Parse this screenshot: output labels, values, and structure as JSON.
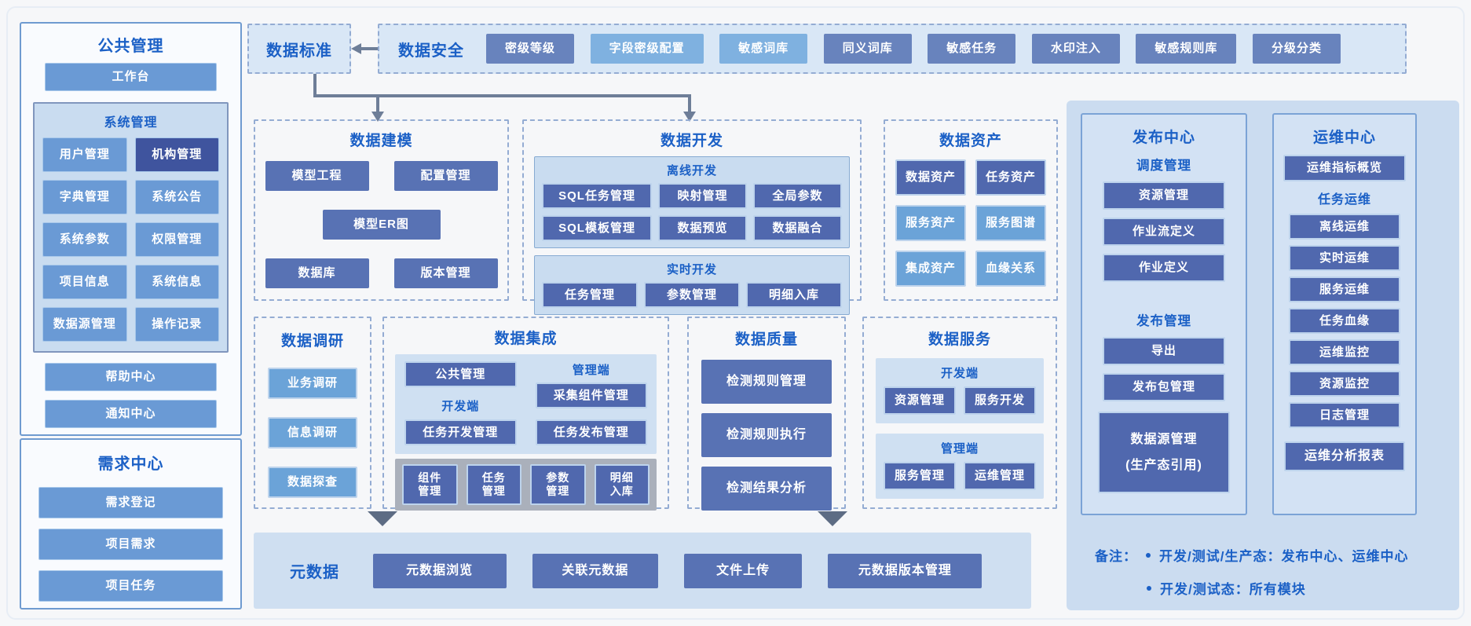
{
  "colors": {
    "accent": "#1b60c6",
    "page-bg": "#f6f7f9",
    "btn-medium": "#6a9ad5",
    "btn-navy": "#3f549e",
    "btn-slate": "#5872b4",
    "btn-slate-deep": "#5068ae",
    "btn-sky": "#6ba3d8",
    "btn-sec-slate": "#6883bd",
    "btn-sec-sky": "#7fb1e0",
    "panel-blue": "#cbdcf0",
    "inner-panel-blue": "#d3e2f4",
    "box-blue": "#d9e7f6",
    "subbox-blue": "#c9dcf0",
    "softbox-blue": "#cfe0f2",
    "band-blue": "#cfdff1",
    "gray-band": "#aab0bb",
    "connector": "#6e7e98"
  },
  "left": {
    "public": {
      "title": "公共管理",
      "workbench": "工作台",
      "system": {
        "title": "系统管理",
        "items": [
          "用户管理",
          "机构管理",
          "字典管理",
          "系统公告",
          "系统参数",
          "权限管理",
          "项目信息",
          "系统信息",
          "数据源管理",
          "操作记录"
        ]
      },
      "help": "帮助中心",
      "notice": "通知中心"
    },
    "demand": {
      "title": "需求中心",
      "items": [
        "需求登记",
        "项目需求",
        "项目任务"
      ]
    }
  },
  "top": {
    "standard_title": "数据标准",
    "security": {
      "title": "数据安全",
      "items": [
        "密级等级",
        "字段密级配置",
        "敏感词库",
        "同义词库",
        "敏感任务",
        "水印注入",
        "敏感规则库",
        "分级分类"
      ]
    }
  },
  "modeling": {
    "title": "数据建模",
    "items": [
      "模型工程",
      "配置管理",
      "模型ER图",
      "数据库",
      "版本管理"
    ]
  },
  "development": {
    "title": "数据开发",
    "offline": {
      "label": "离线开发",
      "items": [
        "SQL任务管理",
        "映射管理",
        "全局参数",
        "SQL模板管理",
        "数据预览",
        "数据融合"
      ]
    },
    "realtime": {
      "label": "实时开发",
      "items": [
        "任务管理",
        "参数管理",
        "明细入库"
      ]
    }
  },
  "asset": {
    "title": "数据资产",
    "items": [
      "数据资产",
      "任务资产",
      "服务资产",
      "服务图谱",
      "集成资产",
      "血缘关系"
    ]
  },
  "research": {
    "title": "数据调研",
    "items": [
      "业务调研",
      "信息调研",
      "数据探查"
    ]
  },
  "integration": {
    "title": "数据集成",
    "common": "公共管理",
    "dev_label": "开发端",
    "dev_item": "任务开发管理",
    "mgmt_label": "管理端",
    "mgmt_items": [
      "采集组件管理",
      "任务发布管理"
    ],
    "bottom": [
      {
        "l1": "组件",
        "l2": "管理"
      },
      {
        "l1": "任务",
        "l2": "管理"
      },
      {
        "l1": "参数",
        "l2": "管理"
      },
      {
        "l1": "明细",
        "l2": "入库"
      }
    ]
  },
  "quality": {
    "title": "数据质量",
    "items": [
      "检测规则管理",
      "检测规则执行",
      "检测结果分析"
    ]
  },
  "service": {
    "title": "数据服务",
    "dev": {
      "label": "开发端",
      "items": [
        "资源管理",
        "服务开发"
      ]
    },
    "mgmt": {
      "label": "管理端",
      "items": [
        "服务管理",
        "运维管理"
      ]
    }
  },
  "metadata": {
    "title": "元数据",
    "items": [
      "元数据浏览",
      "关联元数据",
      "文件上传",
      "元数据版本管理"
    ]
  },
  "publish": {
    "title": "发布中心",
    "schedule_label": "调度管理",
    "schedule_items": [
      "资源管理",
      "作业流定义",
      "作业定义"
    ],
    "release_label": "发布管理",
    "release_items": [
      "导出",
      "发布包管理"
    ],
    "datasource_line1": "数据源管理",
    "datasource_line2": "(生产态引用)"
  },
  "ops": {
    "title": "运维中心",
    "overview": "运维指标概览",
    "task_label": "任务运维",
    "items": [
      "离线运维",
      "实时运维",
      "服务运维",
      "任务血缘",
      "运维监控",
      "资源监控",
      "日志管理"
    ],
    "report": "运维分析报表"
  },
  "notes": {
    "label": "备注：",
    "bullet1": "开发/测试/生产态：发布中心、运维中心",
    "bullet2": "开发/测试态：所有模块"
  }
}
